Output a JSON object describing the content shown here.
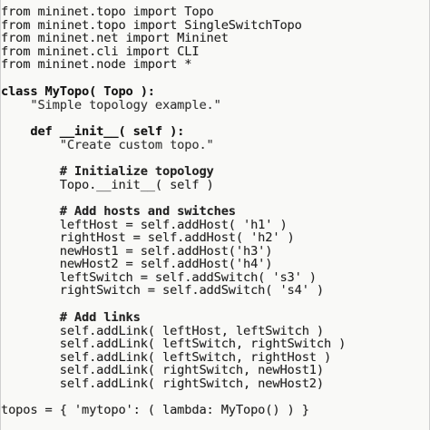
{
  "code": {
    "lines": [
      "from mininet.topo import Topo",
      "from mininet.topo import SingleSwitchTopo",
      "from mininet.net import Mininet",
      "from mininet.cli import CLI",
      "from mininet.node import *",
      "",
      "class MyTopo( Topo ):",
      "    \"Simple topology example.\"",
      "",
      "    def __init__( self ):",
      "        \"Create custom topo.\"",
      "",
      "        # Initialize topology",
      "        Topo.__init__( self )",
      "",
      "        # Add hosts and switches",
      "        leftHost = self.addHost( 'h1' )",
      "        rightHost = self.addHost( 'h2' )",
      "        newHost1 = self.addHost('h3')",
      "        newHost2 = self.addHost('h4')",
      "        leftSwitch = self.addSwitch( 's3' )",
      "        rightSwitch = self.addSwitch( 's4' )",
      "",
      "        # Add links",
      "        self.addLink( leftHost, leftSwitch )",
      "        self.addLink( leftSwitch, rightSwitch )",
      "        self.addLink( leftSwitch, rightHost )",
      "        self.addLink( rightSwitch, newHost1)",
      "        self.addLink( rightSwitch, newHost2)",
      "",
      "topos = { 'mytopo': ( lambda: MyTopo() ) }"
    ]
  }
}
